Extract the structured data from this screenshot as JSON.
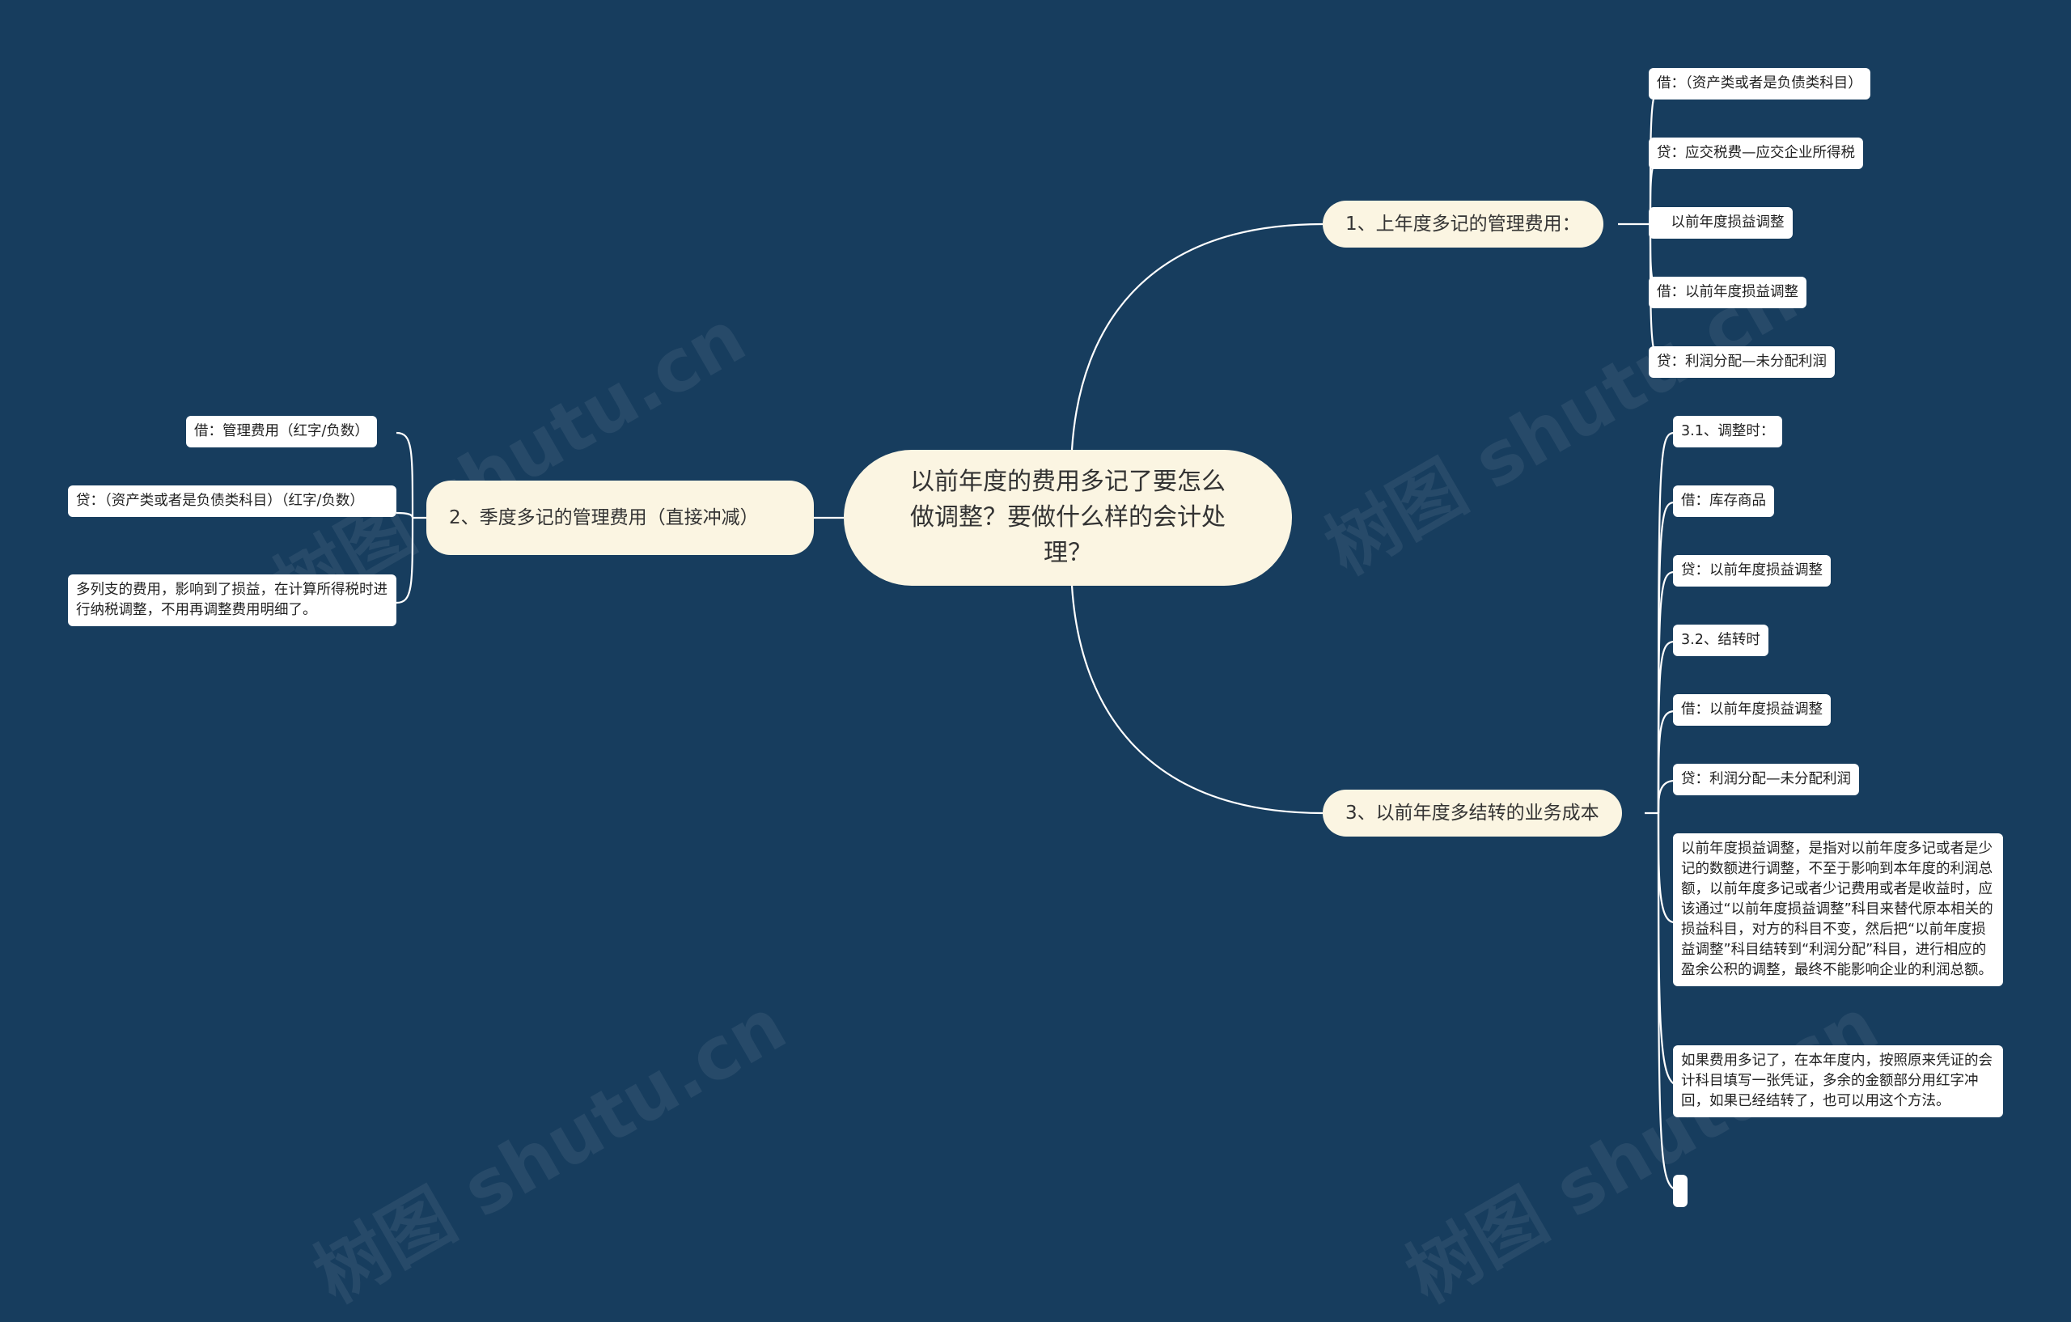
{
  "center": {
    "title": "以前年度的费用多记了要怎么做调整？要做什么样的会计处理？"
  },
  "branches": {
    "b1": {
      "label": "1、上年度多记的管理费用：",
      "leaves": [
        "借：（资产类或者是负债类科目）",
        "贷：应交税费—应交企业所得税",
        "　以前年度损益调整",
        "借：以前年度损益调整",
        "贷：利润分配—未分配利润"
      ]
    },
    "b2": {
      "label": "2、季度多记的管理费用（直接冲减）",
      "leaves": [
        "借：管理费用（红字/负数）",
        "贷：（资产类或者是负债类科目）（红字/负数）",
        "多列支的费用，影响到了损益，在计算所得税时进行纳税调整，不用再调整费用明细了。"
      ]
    },
    "b3": {
      "label": "3、以前年度多结转的业务成本",
      "leaves": [
        "3.1、调整时：",
        "借：库存商品",
        "贷：以前年度损益调整",
        "3.2、结转时",
        "借：以前年度损益调整",
        "贷：利润分配—未分配利润",
        "以前年度损益调整，是指对以前年度多记或者是少记的数额进行调整，不至于影响到本年度的利润总额，以前年度多记或者少记费用或者是收益时，应该通过“以前年度损益调整”科目来替代原本相关的损益科目，对方的科目不变，然后把“以前年度损益调整”科目结转到“利润分配”科目，进行相应的盈余公积的调整，最终不能影响企业的利润总额。",
        "如果费用多记了，在本年度内，按照原来凭证的会计科目填写一张凭证，多余的金额部分用红字冲回，如果已经结转了，也可以用这个方法。",
        ""
      ]
    }
  },
  "colors": {
    "background": "#173d5e",
    "node_fill": "#fbf5e2",
    "leaf_fill": "#ffffff",
    "line": "#ffffff"
  }
}
